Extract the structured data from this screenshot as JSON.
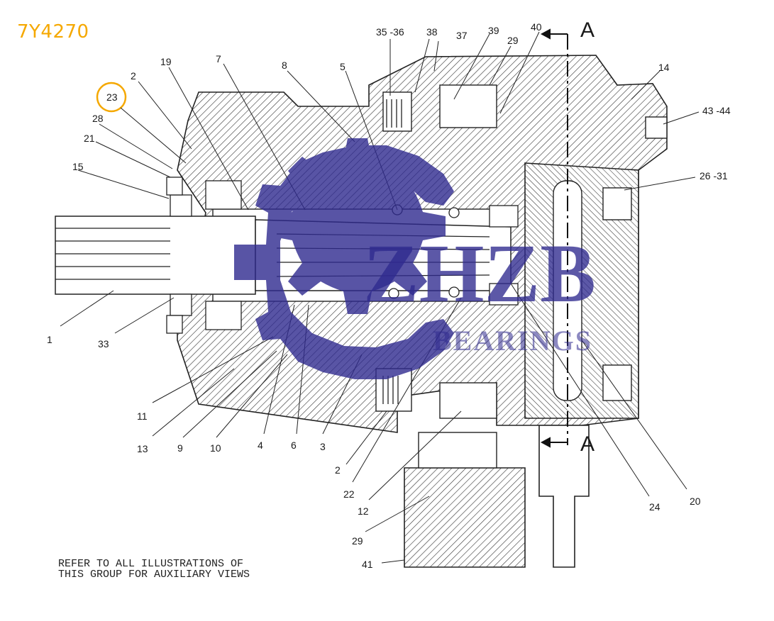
{
  "part_number": "7Y4270",
  "highlight_color": "#f5a800",
  "watermark": {
    "main": "ZHZB",
    "sub": "BEARINGS",
    "color": "#2f2a8f",
    "icon": "gear-icon"
  },
  "section_marker": "A",
  "note_lines": [
    "REFER TO ALL ILLUSTRATIONS OF",
    "THIS GROUP FOR AUXILIARY VIEWS"
  ],
  "callouts": {
    "c23": "23",
    "c2a": "2",
    "c19": "19",
    "c7": "7",
    "c8": "8",
    "c5": "5",
    "c3536": "35 -36",
    "c38": "38",
    "c37": "37",
    "c39": "39",
    "c29a": "29",
    "c40": "40",
    "c14": "14",
    "c4344": "43 -44",
    "c28": "28",
    "c21": "21",
    "c15": "15",
    "c2631": "26 -31",
    "c1": "1",
    "c33": "33",
    "c11": "11",
    "c13": "13",
    "c9": "9",
    "c10": "10",
    "c4": "4",
    "c6": "6",
    "c3": "3",
    "c2b": "2",
    "c22": "22",
    "c12": "12",
    "c29b": "29",
    "c41": "41",
    "c24": "24",
    "c20": "20"
  }
}
